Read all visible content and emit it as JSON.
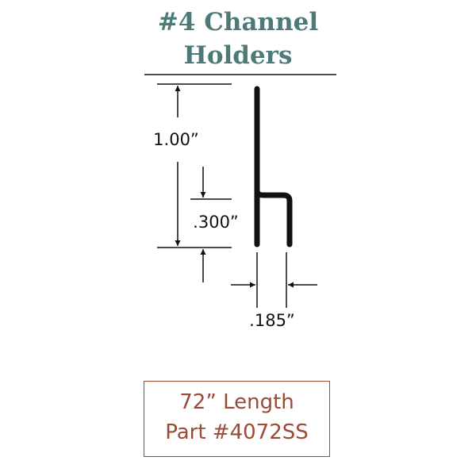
{
  "header": {
    "title_line_1": "#4 Channel",
    "title_line_2": "Holders"
  },
  "dimensions": {
    "height_total": "1.00”",
    "height_channel": ".300”",
    "width_channel": ".185”"
  },
  "info": {
    "length": "72” Length",
    "part": "Part #4072SS"
  },
  "colors": {
    "title": "#4d7a78",
    "info": "#9a4a35",
    "ink": "#111111"
  }
}
